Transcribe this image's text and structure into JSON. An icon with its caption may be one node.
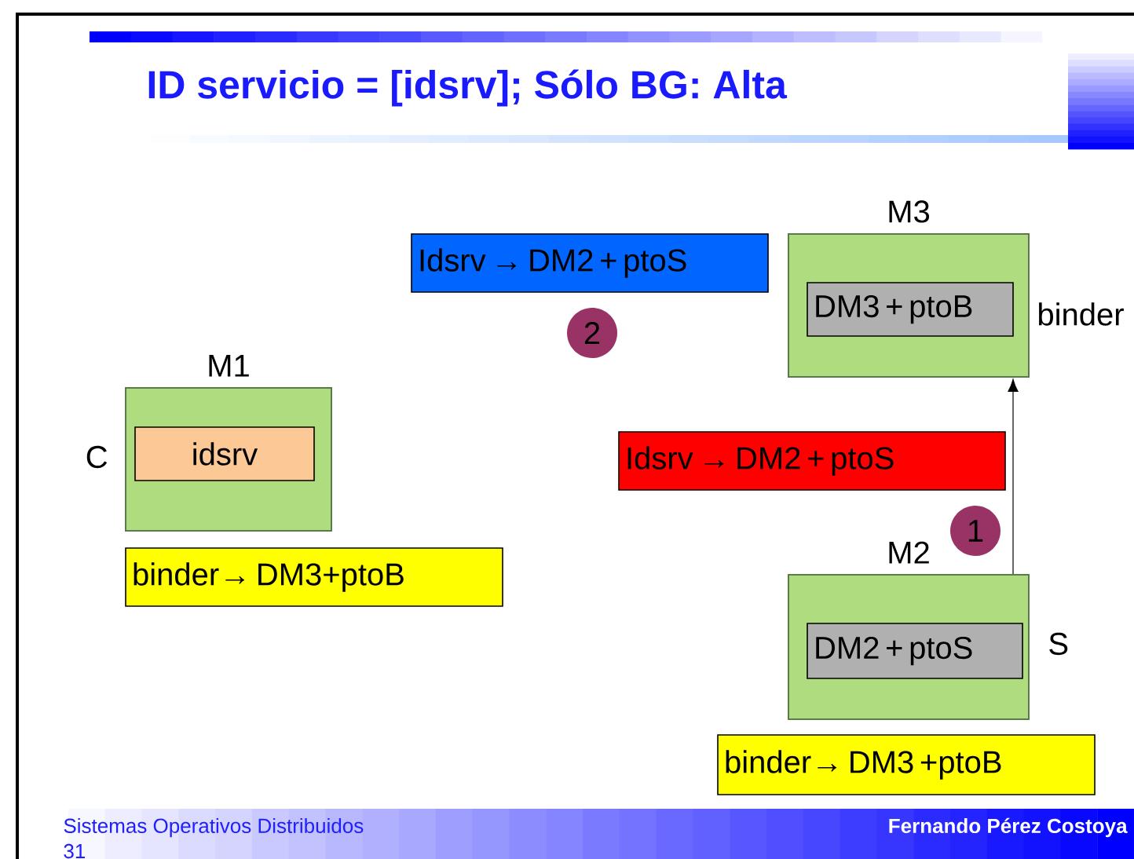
{
  "diagram": {
    "title": "ID servicio = [idsrv]; Sólo BG: Alta",
    "nodes": [
      {
        "text": [
          "M1"
        ],
        "beside": [
          "C"
        ]
      },
      {
        "text": [
          "idsrv"
        ],
        "in": 0
      },
      {
        "text": [
          "M3"
        ],
        "beside": [
          "binder"
        ]
      },
      {
        "text": [
          "DM3 + ptoB"
        ],
        "in": 2
      },
      {
        "text": [
          "M2"
        ],
        "beside": [
          "S"
        ]
      },
      {
        "text": [
          "DM2 + ptoS"
        ],
        "in": 4
      },
      {
        "text": [
          "Idsrv → DM2 + ptoS"
        ]
      },
      {
        "text": [
          "Idsrv → DM2 + ptoS"
        ]
      },
      {
        "text": [
          "binder→ DM3+ptoB"
        ]
      },
      {
        "text": [
          "binder→ DM3 +ptoB"
        ]
      },
      {
        "text": [
          "2"
        ]
      },
      {
        "text": [
          "1"
        ]
      }
    ],
    "edges": [
      {
        "from": 4,
        "to": 2,
        "arrow": "to"
      }
    ],
    "labels": [
      "Sistemas Operativos Distribuidos",
      "31",
      "Fernando Pérez Costoya"
    ]
  }
}
